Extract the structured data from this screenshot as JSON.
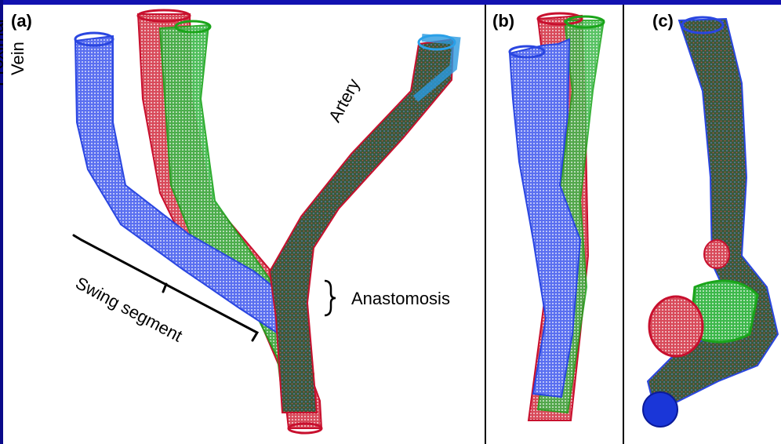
{
  "figure": {
    "panels": [
      {
        "id": "a",
        "label": "(a)"
      },
      {
        "id": "b",
        "label": "(b)"
      },
      {
        "id": "c",
        "label": "(c)"
      }
    ],
    "annotations": {
      "proximal_vein": [
        "Proximal",
        "Vein"
      ],
      "artery": "Artery",
      "swing_segment": "Swing segment",
      "anastomosis": "Anastomosis"
    },
    "colors": {
      "blue": "#2a46e0",
      "red": "#c8102e",
      "green": "#1aa51a",
      "background": "#ffffff",
      "frame": "#0a0a8a"
    }
  }
}
